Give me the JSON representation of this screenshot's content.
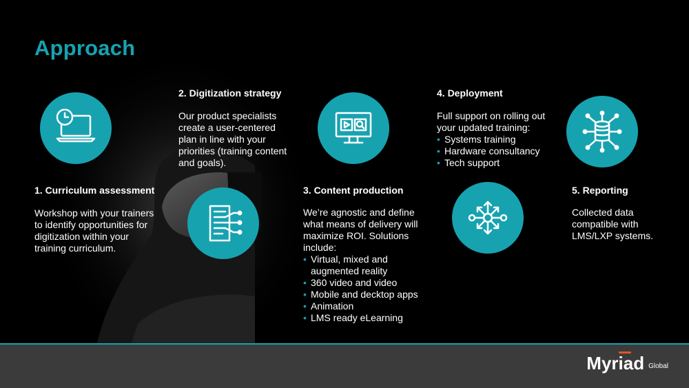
{
  "slide": {
    "title": "Approach",
    "accent_color": "#17a2b0"
  },
  "steps": [
    {
      "title": "1. Curriculum assessment",
      "description": "Workshop with your trainers to identify opportunities for digitization within your training curriculum.",
      "icon": "laptop-clock-icon"
    },
    {
      "title": "2. Digitization strategy",
      "description": "Our product specialists create a user-centered plan in line with your priorities (training content and goals).",
      "icon": "document-list-icon"
    },
    {
      "title": "3. Content production",
      "description": "We’re agnostic and define what means of delivery will maximize ROI. Solutions include:",
      "bullets": [
        "Virtual, mixed and augmented reality",
        "360 video and video",
        "Mobile and decktop apps",
        "Animation",
        "LMS ready eLearning"
      ],
      "icon": "monitor-media-icon"
    },
    {
      "title": "4. Deployment",
      "description": "Full support on rolling out your updated training:",
      "bullets": [
        "Systems training",
        "Hardware consultancy",
        "Tech support"
      ],
      "icon": "network-hub-icon"
    },
    {
      "title": "5. Reporting",
      "description": "Collected data compatible with LMS/LXP systems.",
      "icon": "database-network-icon"
    }
  ],
  "footer": {
    "logo_text": "Myriad",
    "logo_subtext": "Global"
  }
}
